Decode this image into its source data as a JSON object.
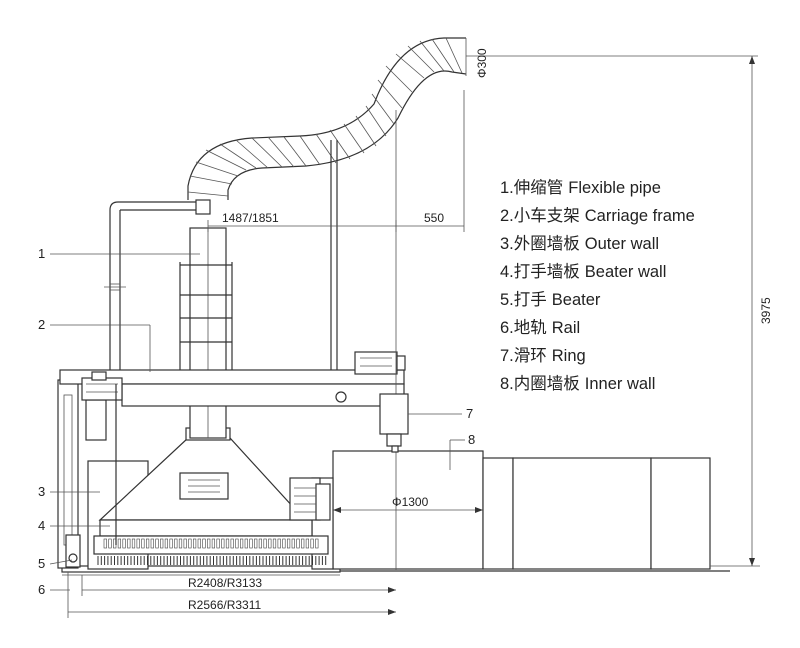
{
  "legend": [
    {
      "num": "1.",
      "cn": "伸缩管",
      "en": "Flexible pipe"
    },
    {
      "num": "2.",
      "cn": "小车支架",
      "en": "Carriage frame"
    },
    {
      "num": "3.",
      "cn": "外圈墙板",
      "en": "Outer wall"
    },
    {
      "num": "4.",
      "cn": "打手墙板",
      "en": "Beater wall"
    },
    {
      "num": "5.",
      "cn": "打手",
      "en": "Beater"
    },
    {
      "num": "6.",
      "cn": "地轨",
      "en": "Rail"
    },
    {
      "num": "7.",
      "cn": "滑环",
      "en": "Ring"
    },
    {
      "num": "8.",
      "cn": "内圈墙板",
      "en": "Inner wall"
    }
  ],
  "dimensions": {
    "pipe_dia": "Φ300",
    "top_span": "1487/1851",
    "offset": "550",
    "height": "3975",
    "inner_dia": "Φ1300",
    "radius_inner": "R2408/R3133",
    "radius_outer": "R2566/R3311"
  },
  "callouts": [
    "1",
    "2",
    "3",
    "4",
    "5",
    "6",
    "7",
    "8"
  ]
}
